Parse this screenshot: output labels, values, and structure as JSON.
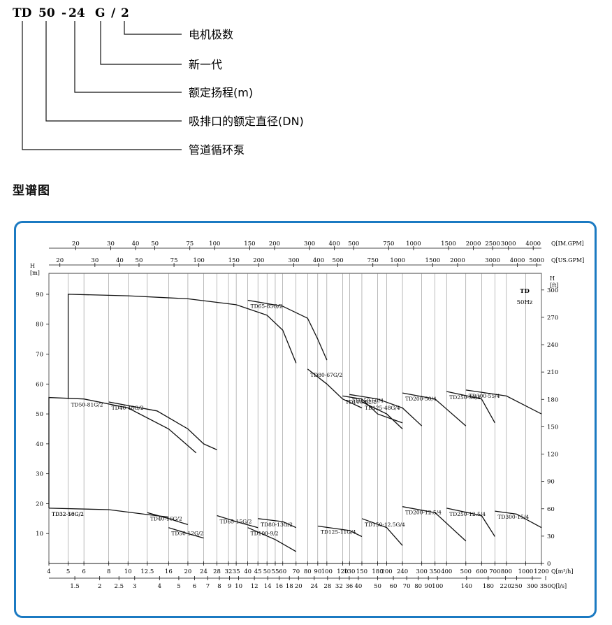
{
  "model_code": {
    "parts": [
      "TD",
      "50",
      "-",
      "24",
      "G",
      "/",
      "2"
    ],
    "descriptions": [
      "电机极数",
      "新一代",
      "额定扬程(m)",
      "吸排口的额定直径(DN)",
      "管道循环泵"
    ]
  },
  "section_title": "型谱图",
  "chart_data": {
    "type": "line",
    "title": "TD",
    "subtitle": "50Hz",
    "ylabel_left": "H [m]",
    "ylabel_right": "H [ft]",
    "xscale": "log",
    "xlim_m3h": [
      4,
      1200
    ],
    "ylim_m": [
      0,
      97
    ],
    "y_ticks_m": [
      10,
      20,
      30,
      40,
      50,
      60,
      70,
      80,
      90
    ],
    "y_ticks_ft": [
      0,
      30,
      60,
      90,
      120,
      150,
      180,
      210,
      240,
      270,
      300
    ],
    "x_axes": [
      {
        "unit": "Q[IM.GPM]",
        "ticks": [
          "20",
          "30",
          "40",
          "50",
          "75",
          "100",
          "150",
          "200",
          "300",
          "400",
          "500",
          "750",
          "1000",
          "1500",
          "2000",
          "2500",
          "3000",
          "4000"
        ]
      },
      {
        "unit": "Q[US.GPM]",
        "ticks": [
          "20",
          "30",
          "40",
          "50",
          "75",
          "100",
          "150",
          "200",
          "300",
          "400",
          "500",
          "750",
          "1000",
          "1500",
          "2000",
          "3000",
          "4000",
          "5000"
        ]
      },
      {
        "unit": "Q[m³/h]",
        "ticks": [
          "4",
          "5",
          "6",
          "8",
          "10",
          "12.5",
          "16",
          "20",
          "24",
          "28",
          "32",
          "35",
          "40",
          "45",
          "50",
          "55",
          "60",
          "70",
          "80",
          "90",
          "100",
          "120",
          "130",
          "150",
          "180",
          "200",
          "240",
          "300",
          "350",
          "400",
          "500",
          "600",
          "700",
          "800",
          "1000",
          "1200"
        ]
      },
      {
        "unit": "Q[l/s]",
        "ticks": [
          "1.5",
          "2",
          "2.5",
          "3",
          "4",
          "5",
          "6",
          "7",
          "8",
          "9",
          "10",
          "12",
          "14",
          "16",
          "18",
          "20",
          "24",
          "28",
          "32",
          "36",
          "40",
          "50",
          "60",
          "70",
          "80",
          "90",
          "100",
          "140",
          "180",
          "220",
          "250",
          "300",
          "350"
        ]
      }
    ],
    "series": [
      {
        "name": "TD50-81G/2",
        "q": [
          5,
          5,
          10,
          20,
          35,
          50,
          60,
          70
        ],
        "h": [
          55,
          90,
          89.5,
          88.5,
          86.5,
          83,
          78,
          67
        ]
      },
      {
        "name": "TD65-85G/2",
        "q": [
          40,
          60,
          80,
          90,
          100
        ],
        "h": [
          88,
          86,
          82,
          75,
          68
        ]
      },
      {
        "name": "TD32-50G/2",
        "q": [
          4,
          4,
          6,
          10,
          16,
          22
        ],
        "h": [
          18.5,
          55.5,
          55,
          52,
          45,
          37
        ]
      },
      {
        "name": "TD40-48G/2",
        "q": [
          8,
          14,
          20,
          24,
          28
        ],
        "h": [
          54,
          51,
          45,
          40,
          38
        ]
      },
      {
        "name": "TD32-18G/2",
        "q": [
          4,
          8,
          12,
          16
        ],
        "h": [
          18.5,
          18,
          16.5,
          15.5
        ]
      },
      {
        "name": "TD40-16G/2",
        "q": [
          12.5,
          16,
          20
        ],
        "h": [
          17,
          15,
          13
        ]
      },
      {
        "name": "TD50-12G/2",
        "q": [
          16,
          20,
          24
        ],
        "h": [
          12,
          10,
          8.5
        ]
      },
      {
        "name": "TD65-15G/2",
        "q": [
          28,
          35,
          45
        ],
        "h": [
          16,
          14,
          12
        ]
      },
      {
        "name": "TD80-13G/2",
        "q": [
          45,
          60,
          70
        ],
        "h": [
          15,
          14,
          12
        ]
      },
      {
        "name": "TD100-9/2",
        "q": [
          40,
          55,
          70
        ],
        "h": [
          12,
          8,
          4
        ]
      },
      {
        "name": "TD80-67G/2",
        "q": [
          80,
          100,
          120,
          150
        ],
        "h": [
          65,
          60,
          55,
          52
        ]
      },
      {
        "name": "TD100-52/2",
        "q": [
          120,
          150,
          180,
          240
        ],
        "h": [
          56,
          55,
          50,
          47
        ]
      },
      {
        "name": "TD150-50/4",
        "q": [
          130,
          180,
          240,
          300
        ],
        "h": [
          56.5,
          55,
          52,
          46
        ]
      },
      {
        "name": "TD125-48G/4",
        "q": [
          150,
          200,
          240
        ],
        "h": [
          54,
          50,
          45
        ]
      },
      {
        "name": "TD125-11G/4",
        "q": [
          90,
          130,
          150
        ],
        "h": [
          12.5,
          11,
          9
        ]
      },
      {
        "name": "TD150-12.5G/4",
        "q": [
          150,
          200,
          240
        ],
        "h": [
          15,
          12,
          6
        ]
      },
      {
        "name": "TD200-50/4",
        "q": [
          240,
          350,
          500
        ],
        "h": [
          57,
          55,
          46
        ]
      },
      {
        "name": "TD250-50/4",
        "q": [
          400,
          600,
          700
        ],
        "h": [
          57.5,
          55,
          47
        ]
      },
      {
        "name": "TD300-55/4",
        "q": [
          500,
          800,
          1200
        ],
        "h": [
          58,
          56,
          50
        ]
      },
      {
        "name": "TD200-12.5/4",
        "q": [
          240,
          350,
          500
        ],
        "h": [
          19,
          17,
          7.5
        ]
      },
      {
        "name": "TD250-12.5/4",
        "q": [
          400,
          600,
          700
        ],
        "h": [
          18.5,
          16,
          9
        ]
      },
      {
        "name": "TD300-15/4",
        "q": [
          700,
          900,
          1200
        ],
        "h": [
          17.5,
          16.5,
          12
        ]
      }
    ]
  }
}
